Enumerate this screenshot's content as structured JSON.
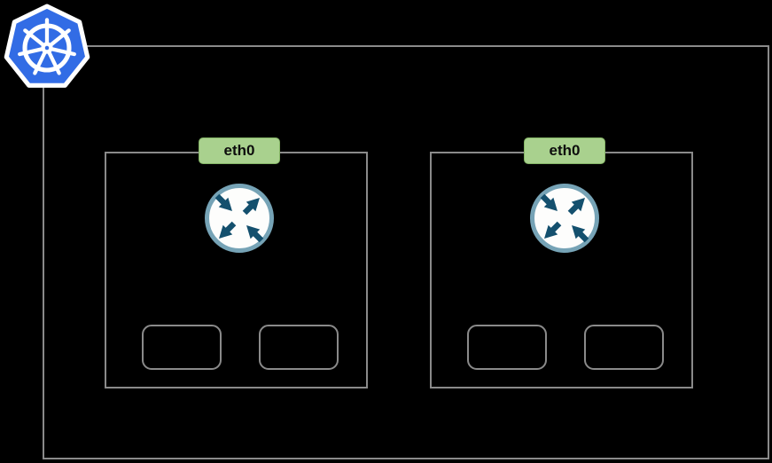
{
  "diagram": {
    "type": "kubernetes-network-diagram",
    "cluster": {
      "icon": "kubernetes-logo",
      "label": ""
    },
    "nodes": [
      {
        "interface_label": "eth0",
        "router_icon": "router",
        "pods": [
          {
            "label": ""
          },
          {
            "label": ""
          }
        ]
      },
      {
        "interface_label": "eth0",
        "router_icon": "router",
        "pods": [
          {
            "label": ""
          },
          {
            "label": ""
          }
        ]
      }
    ],
    "colors": {
      "background": "#000000",
      "box_border": "#8a8a8a",
      "badge_fill": "#a9d18e",
      "badge_border": "#85b566",
      "badge_text": "#0d0d0d",
      "kubernetes_blue": "#326ce5",
      "router_ring": "#76a3b6",
      "router_fill": "#fdfdfc",
      "router_arrows": "#14506e"
    }
  }
}
